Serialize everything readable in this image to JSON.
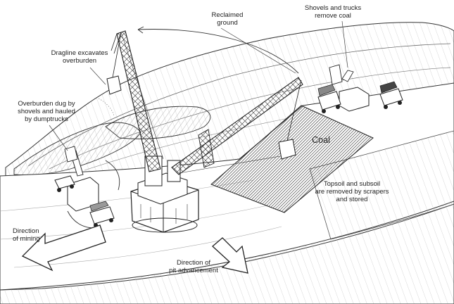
{
  "labels": {
    "reclaimed": "Reclaimed\nground",
    "shovels_trucks": "Shovels and trucks\nremove coal",
    "dragline": "Dragline excavates\noverburden",
    "overburden": "Overburden dug by\nshovels and hauled\nby dumptrucks",
    "coal": "Coal",
    "topsoil": "Topsoil and subsoil\nare removed by scrapers\nand stored",
    "direction_mining": "Direction\nof mining",
    "direction_pit": "Direction of\npit advancement"
  },
  "colors": {
    "ink": "#222222",
    "coal": "#4a4a4a",
    "paper": "#ffffff"
  }
}
